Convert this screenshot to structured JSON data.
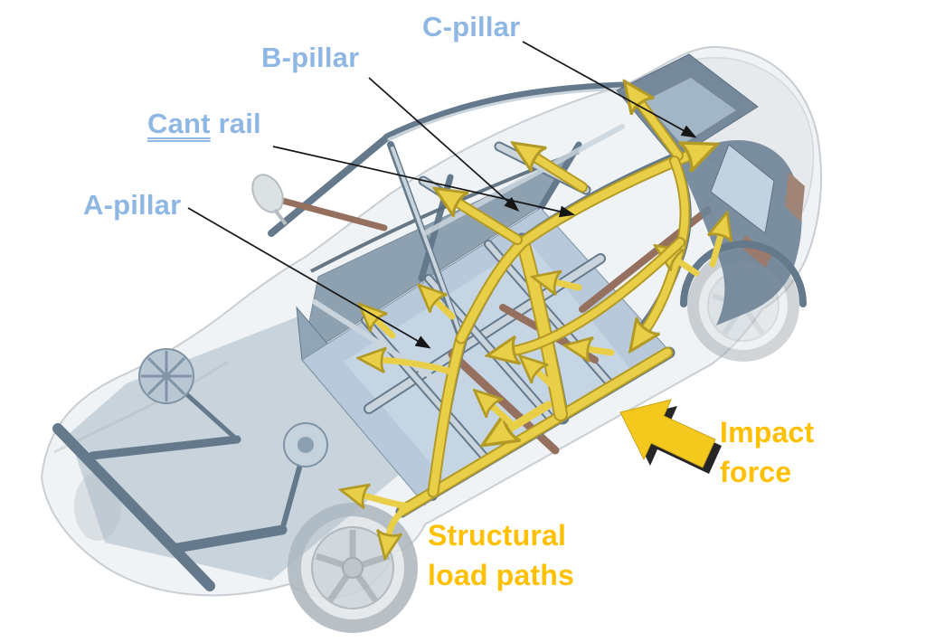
{
  "figure": {
    "alt": "Cutaway illustration of a sedan body-in-white viewed from the front three-quarter above; yellow arrows trace the structural load paths through the rocker sill, pillars and cant rail, with a yellow block arrow showing the impact force at the rear quarter."
  },
  "labels": {
    "c_pillar": "C-pillar",
    "b_pillar": "B-pillar",
    "cant_rail": {
      "underlined": "Cant",
      "rest": " rail"
    },
    "a_pillar": "A-pillar",
    "impact_force": {
      "line1": "Impact",
      "line2": "force"
    },
    "load_paths": {
      "line1": "Structural",
      "line2": "load paths"
    }
  },
  "theme": {
    "label_blue": "#8FB7E4",
    "gold_text": "#FFC000",
    "arrow_yellow": "#E9CF48",
    "arrow_yellow_dark": "#B29A26",
    "impact_yellow": "#F4C91D",
    "leader_black": "#161616",
    "structure_slate": "#64798B",
    "structure_light": "#8CA0B2",
    "floor_blue": "#B7C9DB",
    "body_skin": "#EFF2F4",
    "brown": "#96705F"
  }
}
